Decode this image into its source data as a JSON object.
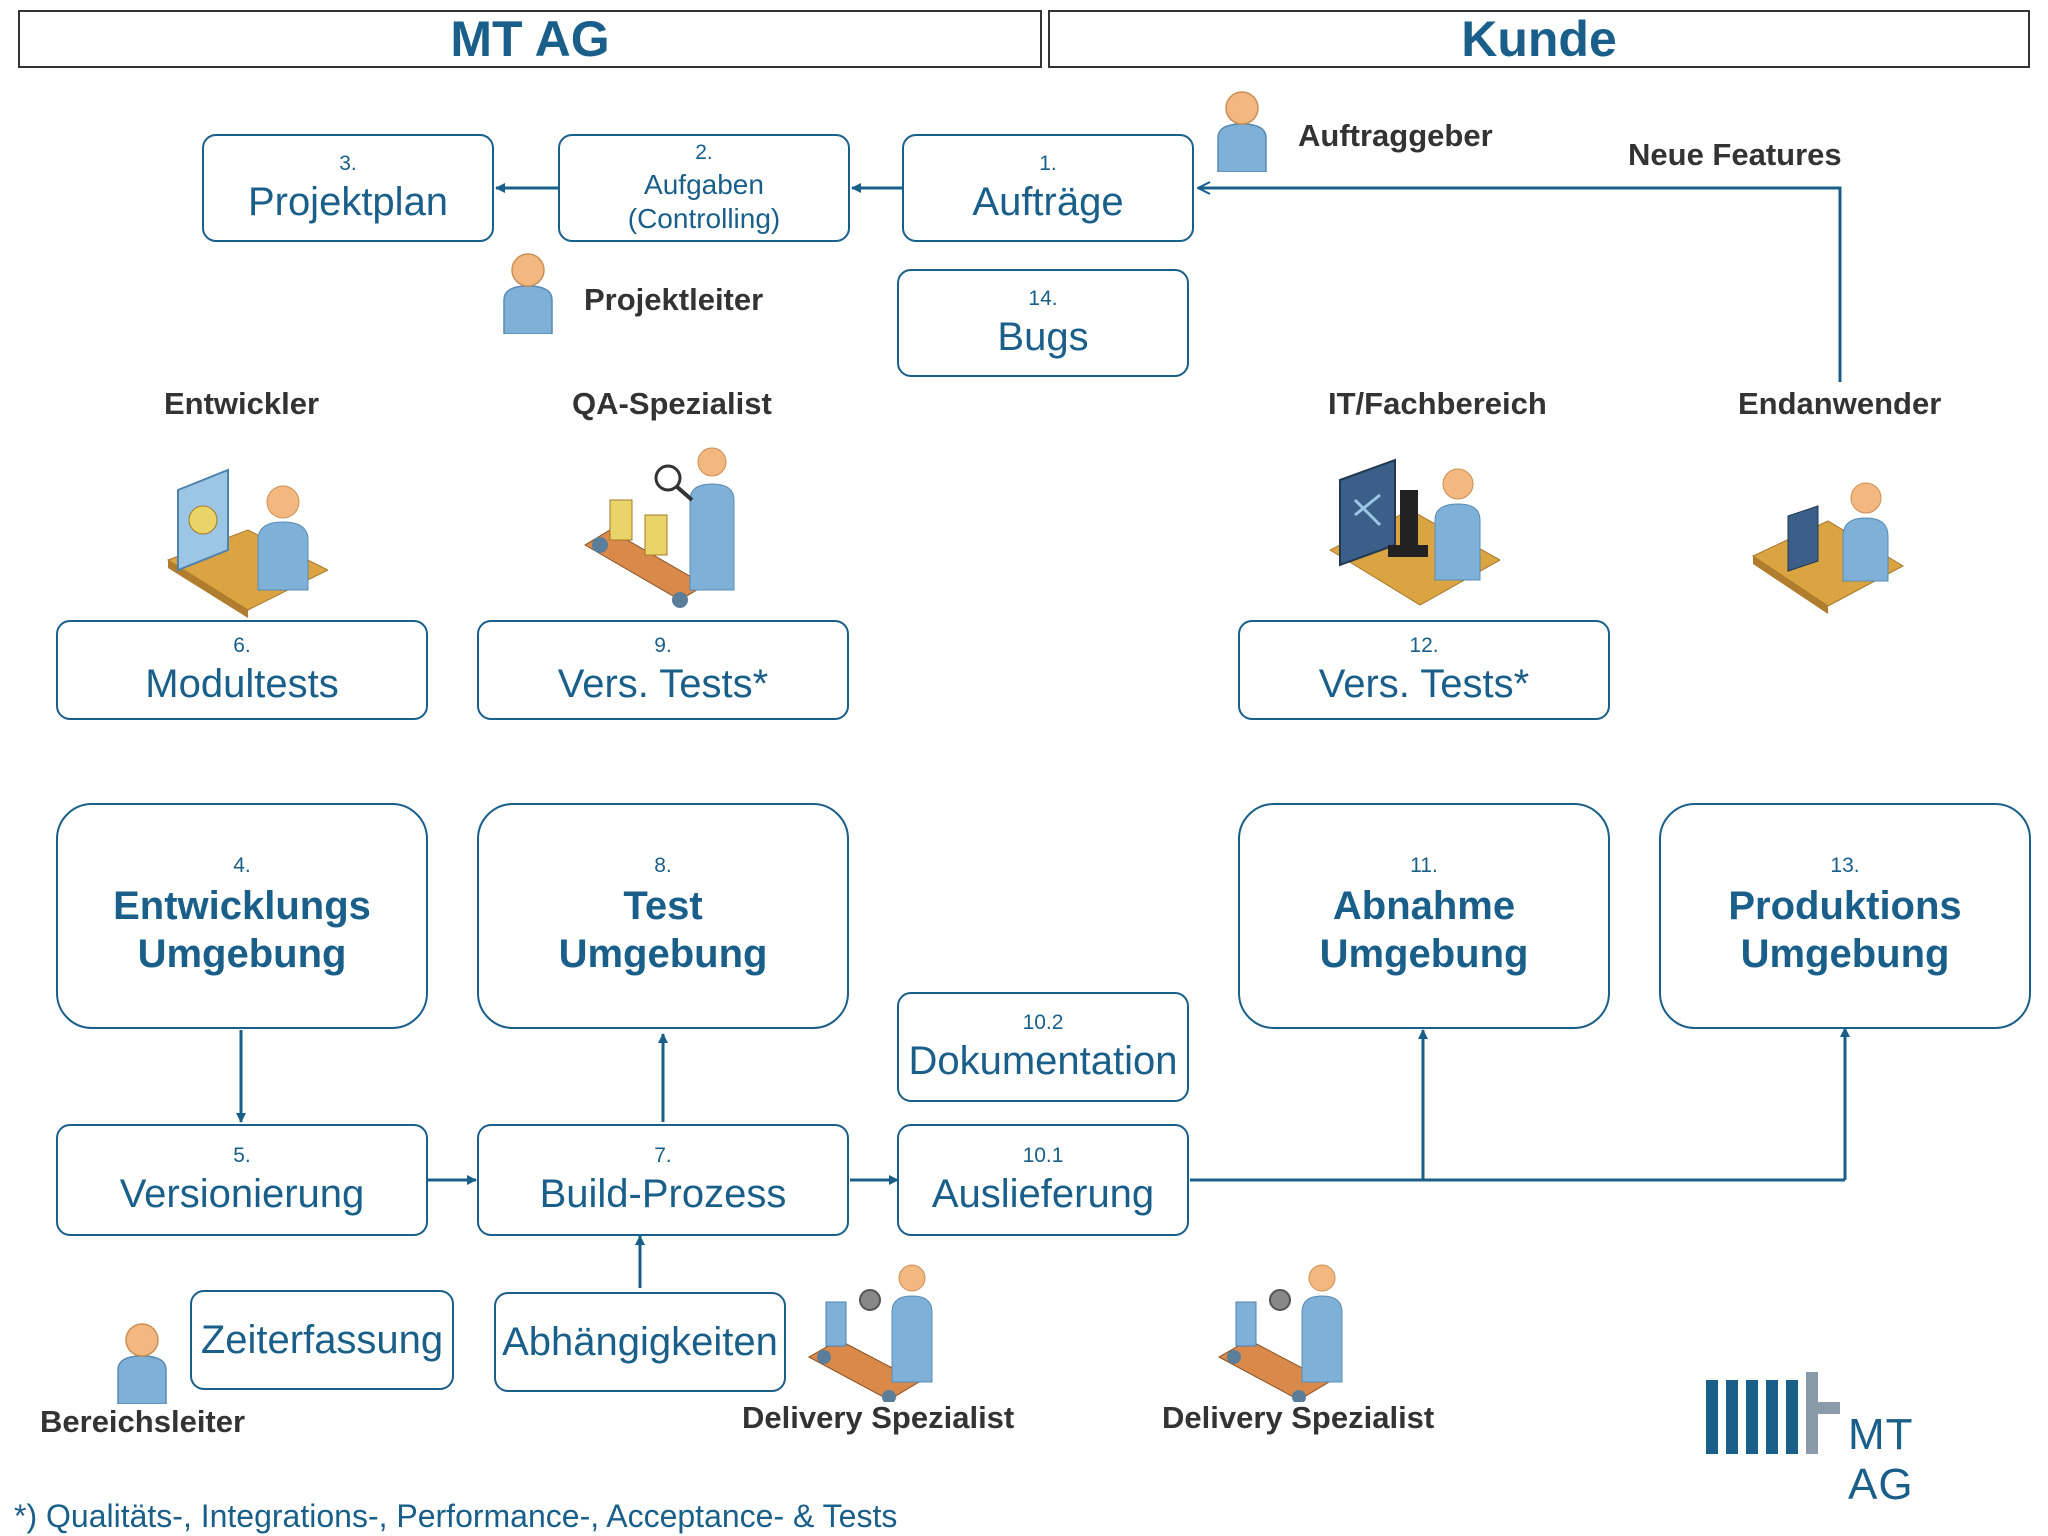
{
  "headers": {
    "left": "MT AG",
    "right": "Kunde"
  },
  "boxes": {
    "b1": {
      "num": "1.",
      "label": "Aufträge"
    },
    "b2": {
      "num": "2.",
      "label_l1": "Aufgaben",
      "label_l2": "(Controlling)"
    },
    "b3": {
      "num": "3.",
      "label": "Projektplan"
    },
    "b14": {
      "num": "14.",
      "label": "Bugs"
    },
    "b6": {
      "num": "6.",
      "label": "Modultests"
    },
    "b9": {
      "num": "9.",
      "label": "Vers. Tests*"
    },
    "b12": {
      "num": "12.",
      "label": "Vers. Tests*"
    },
    "b4": {
      "num": "4.",
      "l1": "Entwicklungs",
      "l2": "Umgebung"
    },
    "b8": {
      "num": "8.",
      "l1": "Test",
      "l2": "Umgebung"
    },
    "b11": {
      "num": "11.",
      "l1": "Abnahme",
      "l2": "Umgebung"
    },
    "b13": {
      "num": "13.",
      "l1": "Produktions",
      "l2": "Umgebung"
    },
    "b102": {
      "num": "10.2",
      "label": "Dokumentation"
    },
    "b5": {
      "num": "5.",
      "label": "Versionierung"
    },
    "b7": {
      "num": "7.",
      "label": "Build-Prozess"
    },
    "b101": {
      "num": "10.1",
      "label": "Auslieferung"
    },
    "zeit": {
      "label": "Zeiterfassung"
    },
    "abh": {
      "label": "Abhängigkeiten"
    }
  },
  "roles": {
    "auftraggeber": "Auftraggeber",
    "neue_features": "Neue Features",
    "projektleiter": "Projektleiter",
    "entwickler": "Entwickler",
    "qa": "QA-Spezialist",
    "it": "IT/Fachbereich",
    "endanwender": "Endanwender",
    "bereichsleiter": "Bereichsleiter",
    "delivery1": "Delivery Spezialist",
    "delivery2": "Delivery Spezialist"
  },
  "footnote": "*) Qualitäts-, Integrations-, Performance-, Acceptance- & Tests",
  "logo": {
    "text": "MT AG"
  },
  "colors": {
    "primary": "#1a5f8a",
    "text": "#333333",
    "person": "#7fb0d8",
    "desk": "#d9a441"
  },
  "icons": [
    "person-icon",
    "developer-icon",
    "qa-icon",
    "lab-icon",
    "enduser-icon",
    "delivery-icon",
    "mt-logo"
  ]
}
